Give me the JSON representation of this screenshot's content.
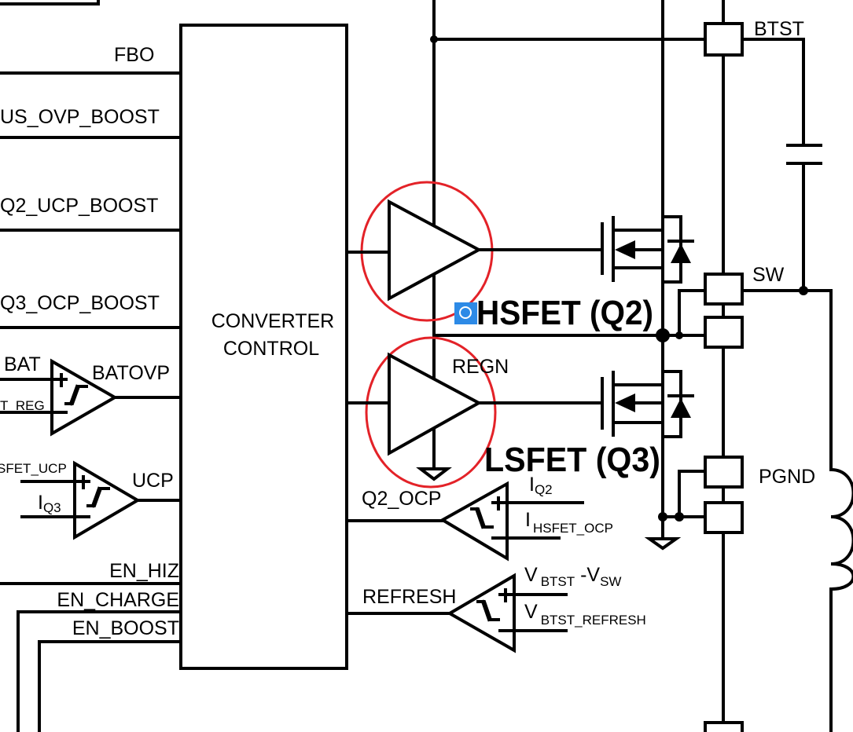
{
  "block": {
    "line1": "CONVERTER",
    "line2": "CONTROL"
  },
  "left_signals": {
    "fbo": "FBO",
    "vbus_ovp_boost": "US_OVP_BOOST",
    "q2_ucp_boost": "Q2_UCP_BOOST",
    "q3_ocp_boost": "Q3_OCP_BOOST",
    "bat": "BAT",
    "bat_reg": "T_REG",
    "batovp": "BATOVP",
    "lsfet_ucp": "SFET_UCP",
    "iq3_main": "I",
    "iq3_sub": "Q3",
    "ucp": "UCP",
    "en_hiz": "EN_HIZ",
    "en_charge": "EN_CHARGE",
    "en_boost": "EN_BOOST"
  },
  "right_labels": {
    "btst": "BTST",
    "sw": "SW",
    "pgnd": "PGND",
    "regn": "REGN",
    "hsfet": "HSFET (Q2)",
    "lsfet": "LSFET (Q3)",
    "q2_ocp": "Q2_OCP",
    "iq2_main": "I",
    "iq2_sub": "Q2",
    "ihsfet_main": "I",
    "ihsfet_sub": "HSFET_OCP",
    "refresh": "REFRESH",
    "vbtst_main": "V",
    "vbtst_sub": "BTST",
    "vsw_main": " -V",
    "vsw_sub": "SW",
    "vref_main": "V",
    "vref_sub": "BTST_REFRESH"
  },
  "annotations": {
    "highlight_color": "#e32228",
    "icon": "translate-lookup-icon",
    "icon_color": "#2d8ae6"
  }
}
